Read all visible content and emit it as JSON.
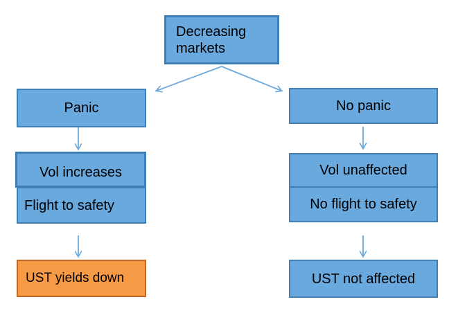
{
  "diagram": {
    "root": {
      "label": "Decreasing\nmarkets"
    },
    "left": {
      "state": "Panic",
      "vol": "Vol increases",
      "flight": "Flight to safety",
      "result": "UST yields down"
    },
    "right": {
      "state": "No panic",
      "vol": "Vol unaffected",
      "flight": "No flight to safety",
      "result": "UST not affected"
    }
  },
  "colors": {
    "box_fill": "#6aa9de",
    "box_border": "#3f7fb4",
    "highlight_fill": "#f79a46",
    "connector": "#6aa9de"
  }
}
